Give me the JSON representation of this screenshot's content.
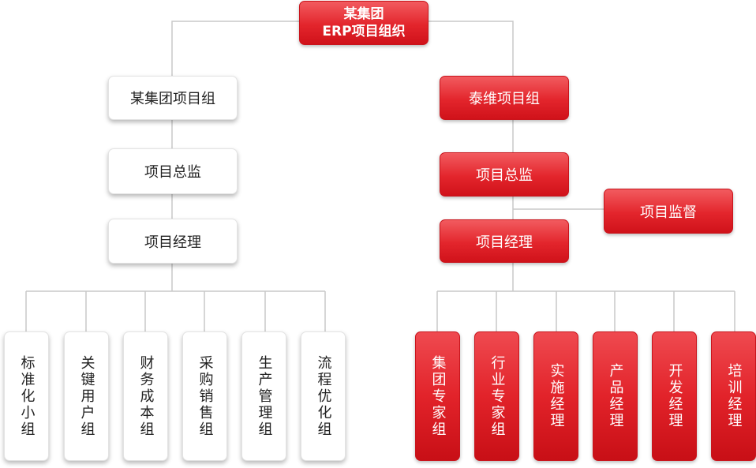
{
  "root": {
    "line1": "某集团",
    "line2": "ERP项目组织"
  },
  "left": {
    "group": "某集团项目组",
    "director": "项目总监",
    "manager": "项目经理",
    "teams": [
      "标准化小组",
      "关键用户组",
      "财务成本组",
      "采购销售组",
      "生产管理组",
      "流程优化组"
    ]
  },
  "right": {
    "group": "泰维项目组",
    "director": "项目总监",
    "supervisor": "项目监督",
    "manager": "项目经理",
    "teams": [
      "集团专家组",
      "行业专家组",
      "实施经理",
      "产品经理",
      "开发经理",
      "培训经理"
    ]
  },
  "colors": {
    "accent_red": "#e3252c",
    "line": "#c8c8c8"
  }
}
